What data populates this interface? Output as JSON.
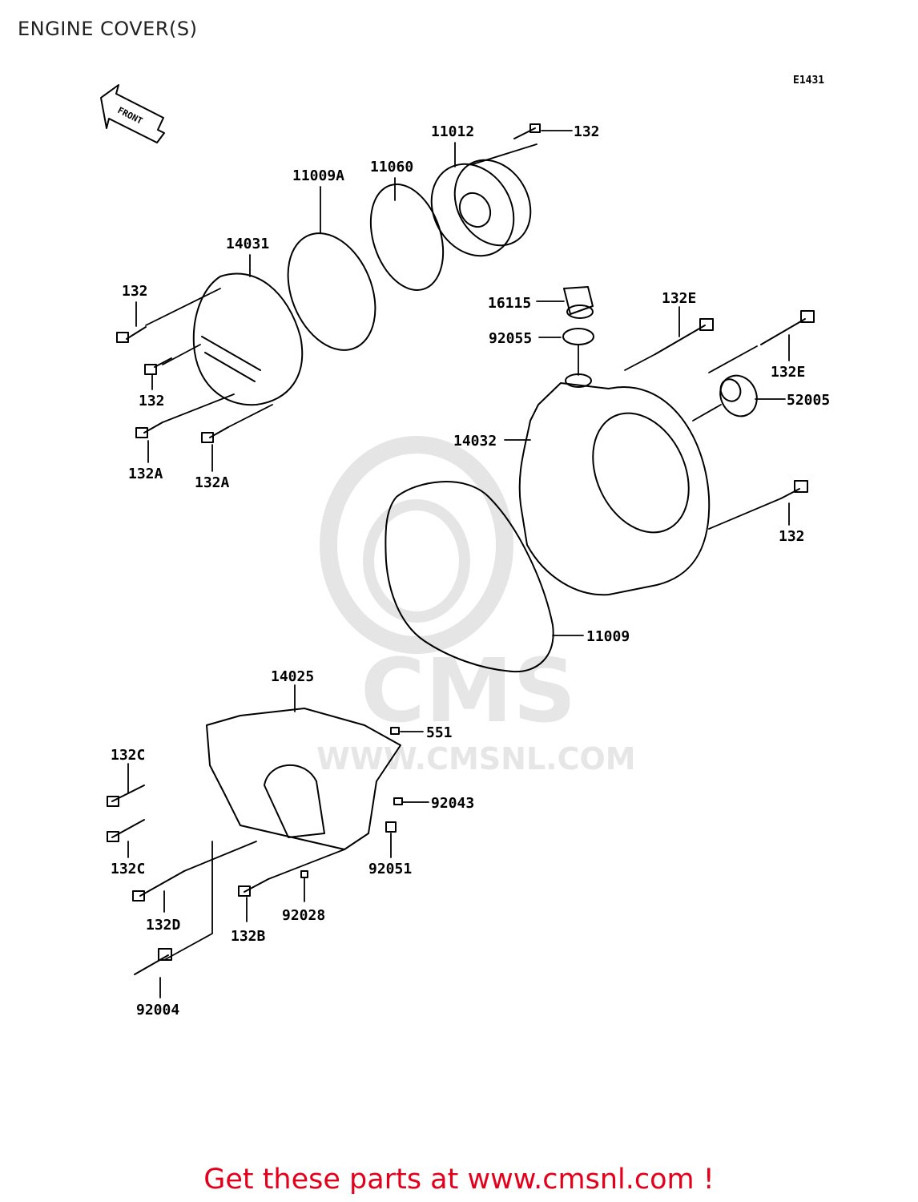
{
  "title": "ENGINE COVER(S)",
  "diagram_code": "E1431",
  "front_label": "FRONT",
  "watermark": {
    "brand": "CMS",
    "url": "WWW.CMSNL.COM"
  },
  "parts": [
    "11012",
    "132",
    "11060",
    "11009A",
    "14031",
    "132",
    "132",
    "132A",
    "132A",
    "16115",
    "92055",
    "132E",
    "132E",
    "52005",
    "14032",
    "132",
    "11009",
    "14025",
    "551",
    "132C",
    "132C",
    "92043",
    "92051",
    "132D",
    "92028",
    "132B",
    "92004"
  ],
  "promo_text": "Get these parts at www.cmsnl.com !",
  "colors": {
    "promo": "#e4001b",
    "line": "#000000",
    "watermark": "#dddddd"
  }
}
